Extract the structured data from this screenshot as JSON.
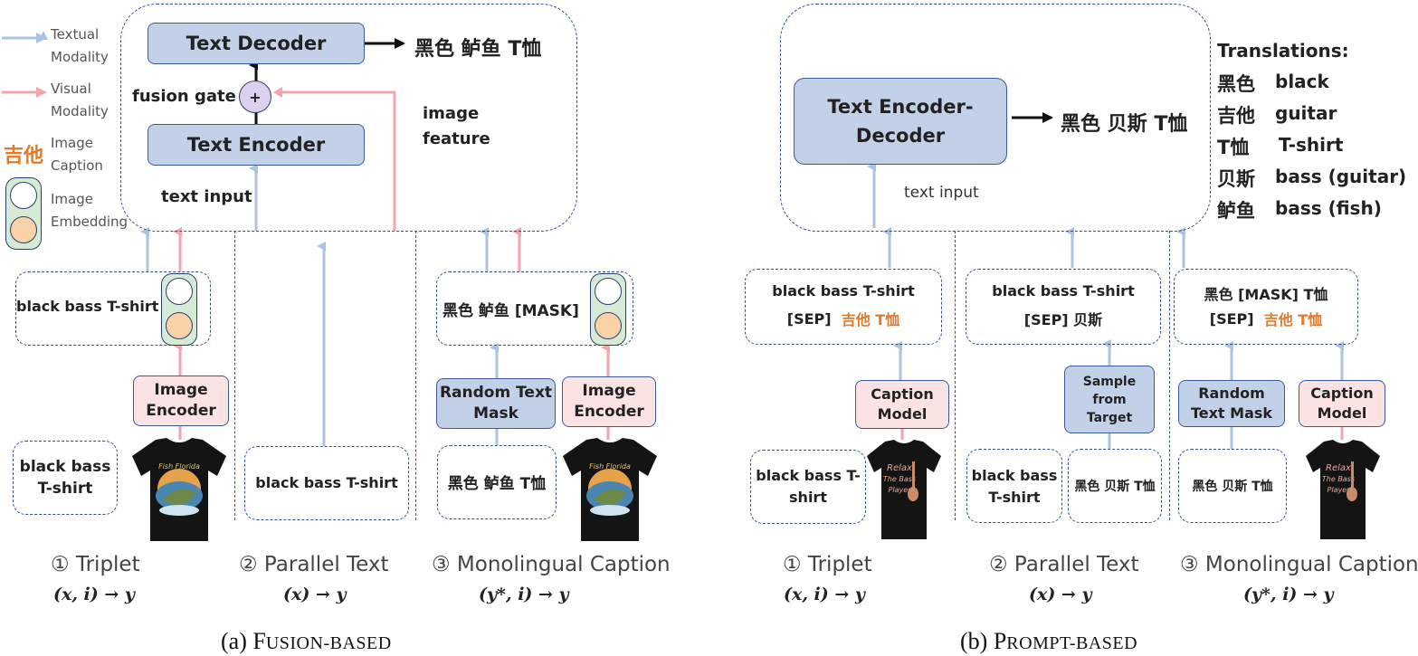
{
  "legend": {
    "textual": "Textual Modality",
    "visual": "Visual Modality",
    "caption_zh": "吉他",
    "caption_label": "Image Caption",
    "embedding_label": "Image Embedding"
  },
  "colors": {
    "text_arrow": "#adc1e0",
    "visual_arrow": "#f2a5ae",
    "orange": "#e07a2c",
    "blue_box": "#c3d1e8",
    "pink_box": "#fbe3e3"
  },
  "fusion": {
    "text_decoder": "Text Decoder",
    "output": "黑色 鲈鱼 T恤",
    "fusion_gate": "fusion gate",
    "plus": "+",
    "text_encoder": "Text Encoder",
    "image_feature": "image feature",
    "text_input": "text input",
    "triplet_box": "black bass T-shirt",
    "image_encoder": "Image Encoder",
    "triplet_src": "black bass T-shirt",
    "parallel_src": "black bass T-shirt",
    "mono_box": "黑色 鲈鱼 [MASK]",
    "random_mask": "Random Text Mask",
    "image_encoder2": "Image Encoder",
    "mono_src": "黑色 鲈鱼 T恤",
    "label1": "① Triplet",
    "label2": "② Parallel Text",
    "label3": "③ Monolingual Caption",
    "formula1": "(x, i) → y",
    "formula2": "(x) → y",
    "formula3": "(y*, i) → y",
    "caption_prefix": "(a) F",
    "caption_sc": "USION-BASED"
  },
  "prompt": {
    "encoder_decoder": "Text Encoder-Decoder",
    "output": "黑色 贝斯 T恤",
    "text_input": "text input",
    "triplet_line1": "black bass T-shirt",
    "triplet_sep": "[SEP]",
    "triplet_cap": "吉他 T恤",
    "parallel_line1": "black bass T-shirt",
    "parallel_line2": "[SEP]  贝斯",
    "mono_line1": "黑色 [MASK] T恤",
    "mono_sep": "[SEP]",
    "mono_cap": "吉他 T恤",
    "caption_model": "Caption Model",
    "sample_target": "Sample from Target",
    "random_mask": "Random Text Mask",
    "caption_model2": "Caption Model",
    "triplet_src": "black bass T-shirt",
    "parallel_src": "black bass T-shirt",
    "parallel_tgt": "黑色 贝斯 T恤",
    "mono_src": "黑色 贝斯 T恤",
    "label1": "① Triplet",
    "label2": "② Parallel Text",
    "label3": "③ Monolingual Caption",
    "formula1": "(x, i) → y",
    "formula2": "(x) → y",
    "formula3": "(y*, i) → y",
    "caption_prefix": "(b) P",
    "caption_sc": "ROMPT-BASED"
  },
  "translations": {
    "title": "Translations:",
    "items": [
      {
        "zh": "黑色",
        "en": "black"
      },
      {
        "zh": "吉他",
        "en": "guitar"
      },
      {
        "zh": "T恤",
        "en": "T-shirt"
      },
      {
        "zh": "贝斯",
        "en": "bass (guitar)"
      },
      {
        "zh": "鲈鱼",
        "en": "bass (fish)"
      }
    ]
  }
}
